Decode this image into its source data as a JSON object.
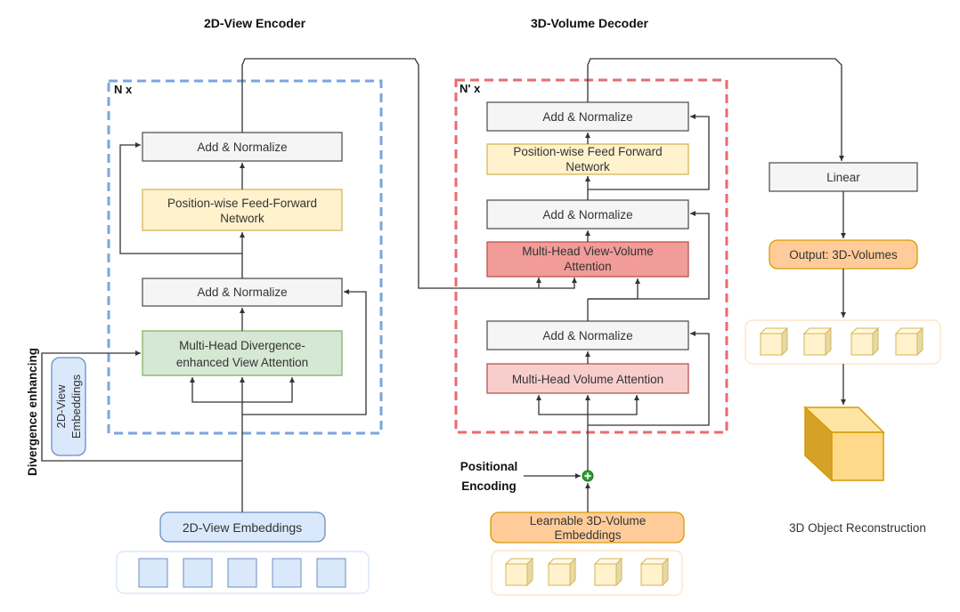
{
  "encoder": {
    "title": "2D-View Encoder",
    "repeat": "N x",
    "add_norm_top": "Add & Normalize",
    "ffn": [
      "Position-wise Feed-Forward",
      "Network"
    ],
    "add_norm_bottom": "Add & Normalize",
    "attention": [
      "Multi-Head Divergence-",
      "enhanced View Attention"
    ],
    "side_embeddings": [
      "2D-View",
      "Embeddings"
    ],
    "side_label": "Divergence enhancing",
    "input_label": "2D-View Embeddings"
  },
  "decoder": {
    "title": "3D-Volume Decoder",
    "repeat": "N' x",
    "add_norm_top": "Add & Normalize",
    "ffn": [
      "Position-wise Feed Forward",
      "Network"
    ],
    "add_norm_mid": "Add & Normalize",
    "cross_attention": [
      "Multi-Head View-Volume",
      "Attention"
    ],
    "add_norm_bottom": "Add & Normalize",
    "self_attention": "Multi-Head Volume Attention",
    "positional": [
      "Positional",
      "Encoding"
    ],
    "input_label": [
      "Learnable 3D-Volume",
      "Embeddings"
    ]
  },
  "output": {
    "linear": "Linear",
    "volumes": "Output: 3D-Volumes",
    "caption": "3D Object Reconstruction"
  },
  "colors": {
    "encoder_dash": "#7aa6dc",
    "decoder_dash": "#ea6b6b",
    "gray_fill": "#f5f5f5",
    "yellow_fill": "#fff2cc",
    "yellow_border": "#d6b656",
    "green_fill": "#d5e8d4",
    "green_border": "#82b366",
    "red_fill": "#f19c99",
    "red_border": "#b85450",
    "pink_fill": "#f8cecc",
    "blue_fill": "#dae8fc",
    "blue_border": "#6c8ebf",
    "orange_fill": "#ffcc99",
    "orange_border": "#d79b00",
    "cube_fill": "#fff2cc"
  }
}
